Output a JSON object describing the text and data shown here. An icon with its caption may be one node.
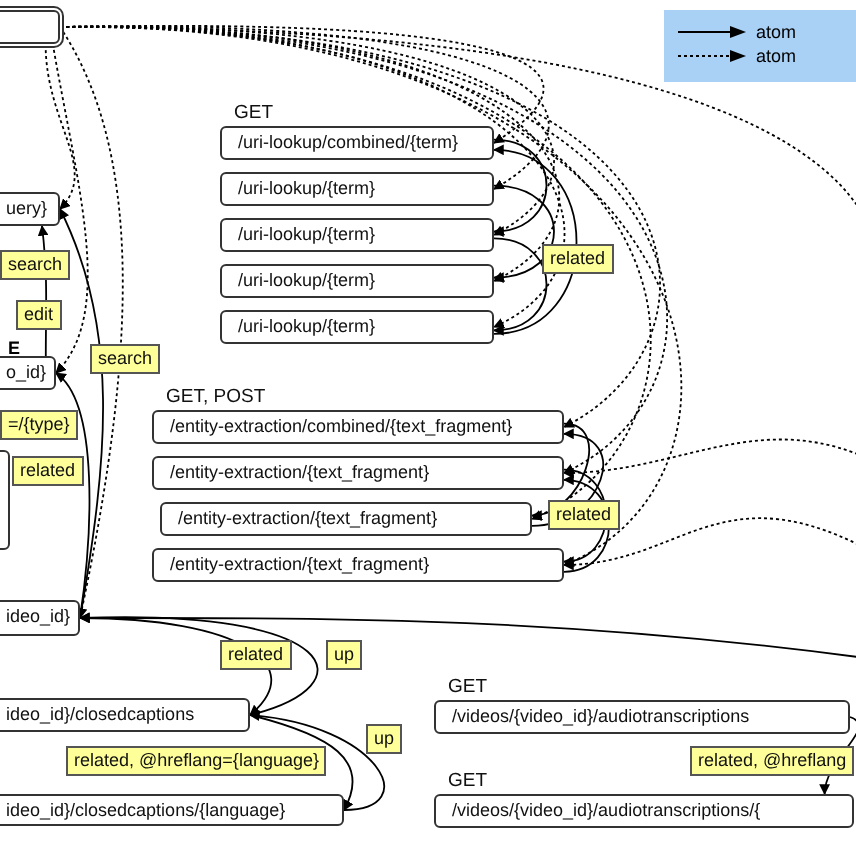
{
  "diagram": {
    "nodes": [
      {
        "text": [],
        "shape": "box"
      },
      {
        "text": [
          "uery}"
        ]
      },
      {
        "text": [
          "o_id}"
        ],
        "beside": [
          "E"
        ]
      },
      {
        "text": [],
        "shape": "box"
      },
      {
        "text": [
          "ideo_id}"
        ]
      },
      {
        "text": [
          "ideo_id}/closedcaptions"
        ]
      },
      {
        "text": [
          "ideo_id}/closedcaptions/{language}"
        ]
      },
      {
        "text": [
          "GET",
          "/uri-lookup/combined/{term}"
        ]
      },
      {
        "text": [
          "/uri-lookup/{term}"
        ]
      },
      {
        "text": [
          "/uri-lookup/{term}"
        ]
      },
      {
        "text": [
          "/uri-lookup/{term}"
        ]
      },
      {
        "text": [
          "/uri-lookup/{term}"
        ]
      },
      {
        "text": [
          "GET, POST",
          "/entity-extraction/combined/{text_fragment}"
        ]
      },
      {
        "text": [
          "/entity-extraction/{text_fragment}"
        ]
      },
      {
        "text": [
          "/entity-extraction/{text_fragment}"
        ]
      },
      {
        "text": [
          "/entity-extraction/{text_fragment}"
        ]
      },
      {
        "text": [
          "GET",
          "/videos/{video_id}/audiotranscriptions"
        ]
      },
      {
        "text": [
          "GET",
          "/videos/{video_id}/audiotranscriptions/{"
        ]
      }
    ],
    "edges": [
      {
        "from": 0,
        "to": 1,
        "arrow": "to",
        "style": "dashed"
      },
      {
        "from": 0,
        "to": 2,
        "arrow": "to",
        "style": "dashed"
      },
      {
        "from": 0,
        "to": 4,
        "arrow": "to",
        "style": "dashed"
      },
      {
        "from": 0,
        "to": 7,
        "arrow": "to",
        "style": "dashed"
      },
      {
        "from": 0,
        "to": 8,
        "arrow": "to",
        "style": "dashed"
      },
      {
        "from": 0,
        "to": 9,
        "arrow": "to",
        "style": "dashed"
      },
      {
        "from": 0,
        "to": 10,
        "arrow": "to",
        "style": "dashed"
      },
      {
        "from": 0,
        "to": 11,
        "arrow": "to",
        "style": "dashed"
      },
      {
        "from": 0,
        "to": 12,
        "arrow": "to",
        "style": "dashed"
      },
      {
        "from": 0,
        "to": 13,
        "arrow": "to",
        "style": "dashed"
      },
      {
        "from": 0,
        "to": 14,
        "arrow": "to",
        "style": "dashed"
      },
      {
        "from": 0,
        "to": 15,
        "arrow": "to",
        "style": "dashed"
      },
      {
        "from": 0,
        "to": null,
        "arrow": "none",
        "style": "dashed"
      },
      {
        "from": 2,
        "to": 1,
        "arrow": "to",
        "label": "search"
      },
      {
        "from": 4,
        "to": 1,
        "arrow": "to",
        "label": "search"
      },
      {
        "from": 4,
        "to": 2,
        "arrow": "to"
      },
      {
        "from": 4,
        "to": 5,
        "arrow": "to",
        "label": "related"
      },
      {
        "from": 5,
        "to": 4,
        "arrow": "to",
        "label": "up"
      },
      {
        "from": 5,
        "to": 6,
        "arrow": "to",
        "label": "related, @hreflang={language}"
      },
      {
        "from": 6,
        "to": 5,
        "arrow": "to",
        "label": "up"
      },
      {
        "from": 7,
        "to": 9,
        "arrow": "to"
      },
      {
        "from": 8,
        "to": 10,
        "arrow": "to"
      },
      {
        "from": 9,
        "to": 11,
        "arrow": "to"
      },
      {
        "from": 11,
        "to": 7,
        "arrow": "to",
        "label": "related"
      },
      {
        "from": 12,
        "to": 14,
        "arrow": "to",
        "label": "related"
      },
      {
        "from": 13,
        "to": 15,
        "arrow": "to"
      },
      {
        "from": 14,
        "to": 12,
        "arrow": "to"
      },
      {
        "from": 15,
        "to": 13,
        "arrow": "to"
      },
      {
        "from": null,
        "to": 4,
        "arrow": "to"
      },
      {
        "from": null,
        "to": 13,
        "arrow": "to",
        "style": "dashed"
      },
      {
        "from": null,
        "to": 15,
        "arrow": "to",
        "style": "dashed"
      },
      {
        "from": 16,
        "to": 17,
        "arrow": "to",
        "label": "related, @hreflang"
      }
    ],
    "labels": [
      "edit",
      "=/{type}",
      "related"
    ],
    "legend": [
      {
        "text": "atom"
      },
      {
        "text": "atom"
      }
    ]
  }
}
